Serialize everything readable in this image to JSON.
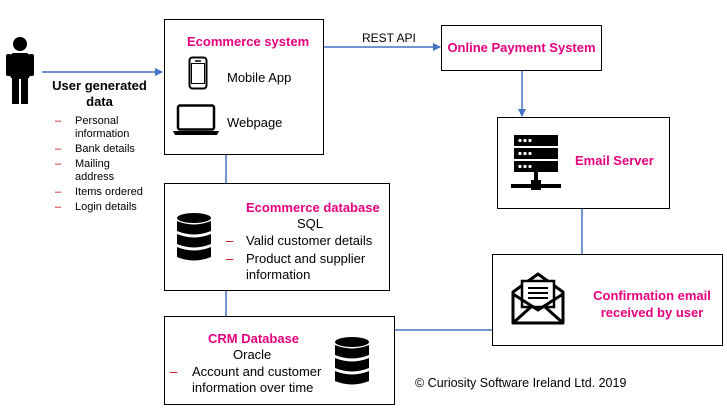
{
  "user": {
    "title": "User generated data",
    "items": [
      "Personal information",
      "Bank details",
      "Mailing address",
      "Items ordered",
      "Login details"
    ]
  },
  "ecommerce_system": {
    "title": "Ecommerce system",
    "mobile_label": "Mobile App",
    "web_label": "Webpage"
  },
  "rest_api_label": "REST API",
  "payment": {
    "title": "Online Payment System"
  },
  "email_server": {
    "title": "Email Server"
  },
  "ecommerce_db": {
    "title": "Ecommerce database",
    "subtitle": "SQL",
    "items": [
      "Valid customer details",
      "Product and supplier information"
    ]
  },
  "confirmation": {
    "title": "Confirmation email received by user"
  },
  "crm": {
    "title": "CRM Database",
    "subtitle": "Oracle",
    "items": [
      "Account and customer information over time"
    ]
  },
  "copyright": "© Curiosity Software Ireland Ltd. 2019",
  "colors": {
    "accent": "#e6007e",
    "arrow": "#4472c4",
    "bullet": "#c00000"
  }
}
